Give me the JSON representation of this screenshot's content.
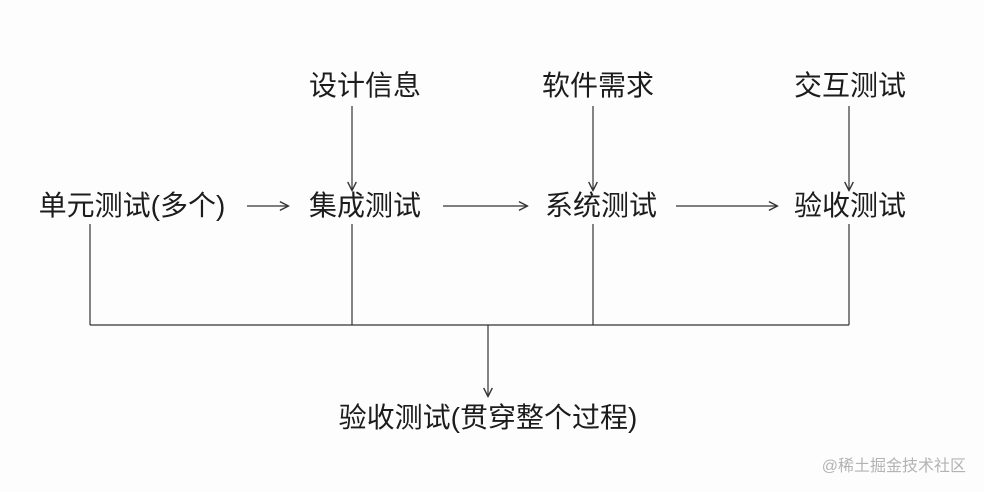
{
  "diagram": {
    "top_inputs": [
      {
        "label": "设计信息"
      },
      {
        "label": "软件需求"
      },
      {
        "label": "交互测试"
      }
    ],
    "flow_nodes": [
      {
        "label": "单元测试(多个)"
      },
      {
        "label": "集成测试"
      },
      {
        "label": "系统测试"
      },
      {
        "label": "验收测试"
      }
    ],
    "bottom_node": {
      "label": "验收测试(贯穿整个过程)"
    },
    "watermark": "@稀土掘金技术社区",
    "colors": {
      "line": "#333333",
      "text": "#1c1c1c",
      "watermark": "#b3b3b3",
      "background": "#fdfdfd"
    }
  }
}
